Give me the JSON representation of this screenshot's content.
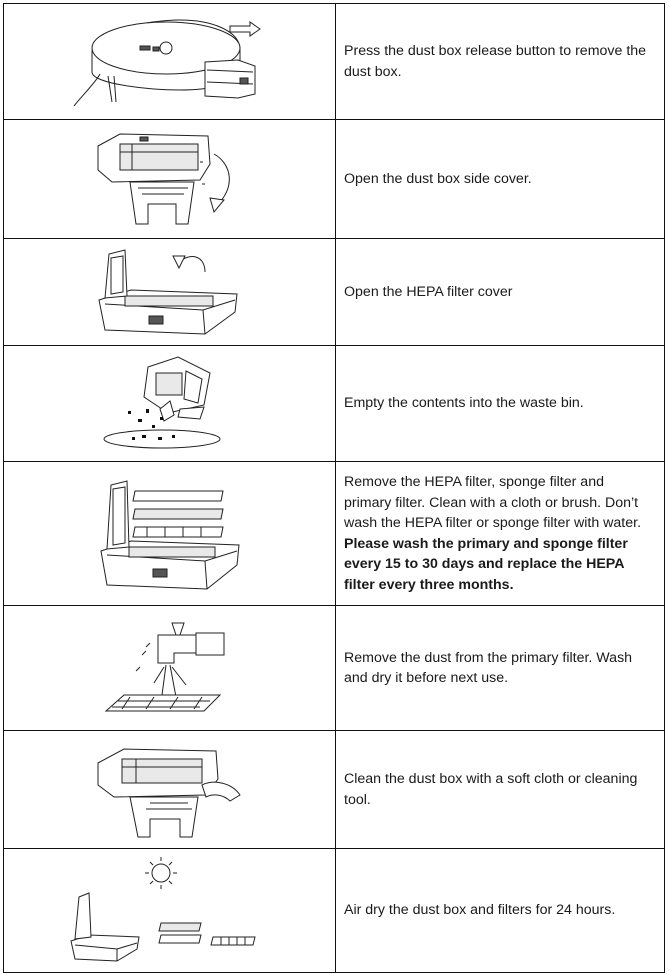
{
  "steps": [
    {
      "id": "remove-dust-box",
      "text": "Press the dust box release button to remove the dust box."
    },
    {
      "id": "open-side-cover",
      "text": "Open the dust box side cover."
    },
    {
      "id": "open-hepa-cover",
      "text": "Open the HEPA filter cover"
    },
    {
      "id": "empty-contents",
      "text": "Empty the contents into the waste bin."
    },
    {
      "id": "remove-filters",
      "text": "Remove the HEPA filter, sponge filter and primary filter. Clean with a cloth or brush. Don’t wash the HEPA filter or sponge filter with water.",
      "bold_text": "Please wash the primary and sponge filter every 15 to 30 days and replace the HEPA filter every three months."
    },
    {
      "id": "wash-primary-filter",
      "text": "Remove the dust from the primary filter. Wash and dry it before next use."
    },
    {
      "id": "clean-dust-box",
      "text": "Clean the dust box with a soft cloth or cleaning tool."
    },
    {
      "id": "air-dry",
      "text": "Air dry the dust box and filters for 24 hours."
    }
  ],
  "icons": [
    "robot-vacuum-arrow-icon",
    "dust-box-side-cover-icon",
    "hepa-cover-open-icon",
    "empty-bin-icon",
    "filters-removed-icon",
    "faucet-wash-icon",
    "cloth-clean-icon",
    "sun-dry-icon"
  ]
}
